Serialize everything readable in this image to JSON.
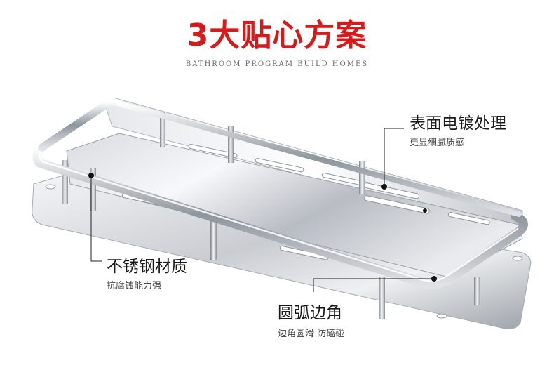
{
  "header": {
    "title": "3大贴心方案",
    "subtitle": "BATHROOM PROGRAM BUILD HOMES"
  },
  "callouts": [
    {
      "title": "表面电镀处理",
      "desc": "更显细腻质感"
    },
    {
      "title": "不锈钢材质",
      "desc": "抗腐蚀能力强"
    },
    {
      "title": "圆弧边角",
      "desc": "边角圆滑 防磕碰"
    }
  ],
  "product": {
    "name": "stainless-steel-bathroom-shelf"
  },
  "colors": {
    "accent": "#d71a1a",
    "text": "#1a1a1a",
    "muted": "#6a6a6a"
  }
}
